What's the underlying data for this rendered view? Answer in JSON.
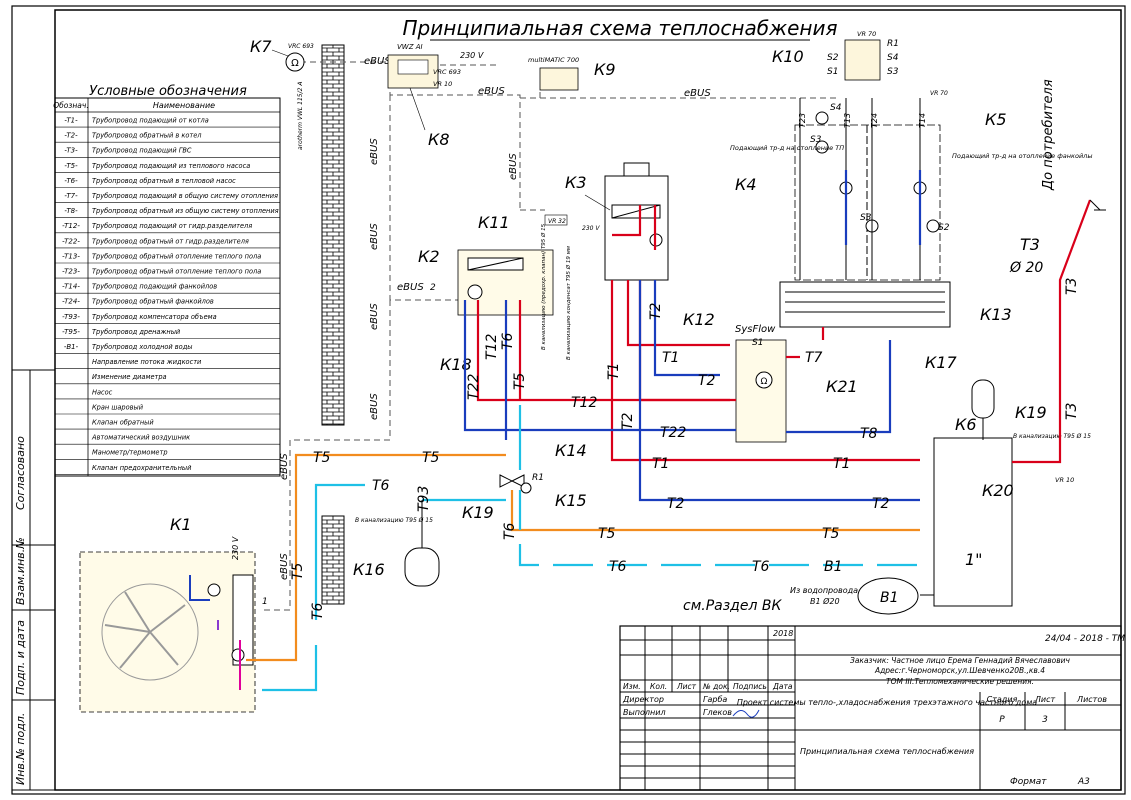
{
  "title": "Принципиальная схема теплоснабжения",
  "legend": {
    "heading": "Условные обозначения",
    "col_code": "Обознач.",
    "col_name": "Наименование",
    "rows": [
      {
        "code": "-T1-",
        "name": "Трубопровод подающий от котла"
      },
      {
        "code": "-T2-",
        "name": "Трубопровод обратный в котел"
      },
      {
        "code": "-T3-",
        "name": "Трубопровод подающий ГВС"
      },
      {
        "code": "-T5-",
        "name": "Трубопровод подающий из теплового насоса"
      },
      {
        "code": "-T6-",
        "name": "Трубопровод обратный в тепловой насос"
      },
      {
        "code": "-T7-",
        "name": "Трубопровод подающий в общую систему отопления"
      },
      {
        "code": "-T8-",
        "name": "Трубопровод обратный из общую систему отопления"
      },
      {
        "code": "-T12-",
        "name": "Трубопровод подающий от гидр.разделителя"
      },
      {
        "code": "-T22-",
        "name": "Трубопровод обратный от гидр.разделителя"
      },
      {
        "code": "-T13-",
        "name": "Трубопровод обратный отопление теплого пола"
      },
      {
        "code": "-T23-",
        "name": "Трубопровод обратный отопление теплого пола"
      },
      {
        "code": "-T14-",
        "name": "Трубопровод подающий фанкойлов"
      },
      {
        "code": "-T24-",
        "name": "Трубопровод обратный фанкойлов"
      },
      {
        "code": "-T93-",
        "name": "Трубопровод компенсатора объема"
      },
      {
        "code": "-T95-",
        "name": "Трубопровод дренажный"
      },
      {
        "code": "-B1-",
        "name": "Трубопровод холодной воды"
      },
      {
        "code": "",
        "name": "Направление потока жидкости"
      },
      {
        "code": "",
        "name": "Изменение диаметра"
      },
      {
        "code": "",
        "name": "Насос"
      },
      {
        "code": "",
        "name": "Кран шаровый"
      },
      {
        "code": "",
        "name": "Клапан обратный"
      },
      {
        "code": "",
        "name": "Автоматический воздушник"
      },
      {
        "code": "",
        "name": "Манометр/термометр"
      },
      {
        "code": "",
        "name": "Клапан предохранительный"
      }
    ]
  },
  "side_stamps": [
    "Согласовано",
    "Взам.инв.№",
    "Подп. и дата",
    "Инв.№ подл."
  ],
  "components": {
    "K1": "К1",
    "K2": "К2",
    "K3": "К3",
    "K4": "К4",
    "K5": "К5",
    "K6": "К6",
    "K7": "К7",
    "K8": "К8",
    "K9": "К9",
    "K10": "К10",
    "K11": "К11",
    "K12": "К12",
    "K13": "К13",
    "K14": "К14",
    "K15": "К15",
    "K16": "К16",
    "K17": "К17",
    "K18": "К18",
    "K19a": "К19",
    "K19b": "К19",
    "K20": "К20",
    "K21": "К21"
  },
  "device_notes": {
    "vrc693_top": "VRC 693",
    "vrc693": "VRC 693",
    "vr10_k8": "VR 10",
    "vwz": "VWZ AI",
    "v230_k8": "230 V",
    "multimatic": "multiMATIC 700",
    "vr70_top": "VR 70",
    "vr70_k5": "VR 70",
    "vr32": "VR 32",
    "v230_k11": "230 V",
    "v230_k1": "230 V",
    "vr10_k20": "VR 10",
    "sysflow": "SysFlow",
    "s1": "S1",
    "r1_k14": "R1",
    "r1": "R1",
    "s2": "S2",
    "s4": "S4",
    "s1b": "S1",
    "s3": "S3",
    "s4b": "S4",
    "s3b": "S3",
    "s2b": "S2",
    "s3c": "S3",
    "outdoor_sensor": "arotherm VWL 115/2 A",
    "ebus": "eBUS",
    "two": "2",
    "one": "1",
    "zone_tp": "Подающий тр-д на отопление ТП",
    "zone_fc": "Подающий тр-д на отопление фанкойлы",
    "drain_k3": "В канализацию (предохр. клапан) T95 Ø 15",
    "cond_k3": "В канализацию конденсат T95 Ø 19 мм",
    "drain_k16": "В канализацию T95 Ø 15",
    "drain_k19": "В канализацию T95 Ø 15",
    "to_consumer": "До потребителя",
    "t3_d": "Т3",
    "t3_size": "Ø 20",
    "water_in": "Из водопровода",
    "water_size": "В1 Ø20",
    "b1_circle": "В1",
    "inch": "1\"",
    "see_vk": "см.Раздел ВК"
  },
  "pipe_labels": {
    "T1a": "T1",
    "T1b": "T1",
    "T1c": "T1",
    "T2a": "T2",
    "T2b": "T2",
    "T2c": "T2",
    "T3": "T3",
    "T5a": "T5",
    "T5b": "T5",
    "T5c": "T5",
    "T5d": "T5",
    "T5e": "T5",
    "T6a": "T6",
    "T6b": "T6",
    "T6c": "T6",
    "T6d": "T6",
    "T6e": "T6",
    "T6f": "T6",
    "T7": "T7",
    "T8": "T8",
    "T12a": "T12",
    "T12b": "T12",
    "T22a": "T22",
    "T22b": "T22",
    "T93": "T93",
    "B1": "B1",
    "T23": "T23",
    "T13": "T13",
    "T24": "T24",
    "T14": "T14"
  },
  "title_block": {
    "year": "2018",
    "code": "24/04 - 2018 - ТМ",
    "customer": "Заказчик: Частное лицо Ерема Геннадий Вячеславович",
    "address": "Адрес:г.Черноморск,ул.Шевченко20В.,кв.4",
    "volume": "ТОМ III.Тепломеханические решения.",
    "h_izm": "Изм.",
    "h_kol": "Кол.",
    "h_list": "Лист",
    "h_doc": "№ док.",
    "h_sign": "Подпись",
    "h_date": "Дата",
    "role1": "Директор",
    "name1": "Гарба",
    "role2": "Выполнил",
    "name2": "Глеков",
    "project": "Проект системы тепло-,хладоснабжения трехэтажного частного дома",
    "stage_h": "Стадия",
    "sheet_h": "Лист",
    "sheets_h": "Листов",
    "stage": "Р",
    "sheet": "3",
    "sheet_name": "Принципиальная схема теплоснабжения",
    "format_label": "Формат",
    "format": "А3"
  }
}
